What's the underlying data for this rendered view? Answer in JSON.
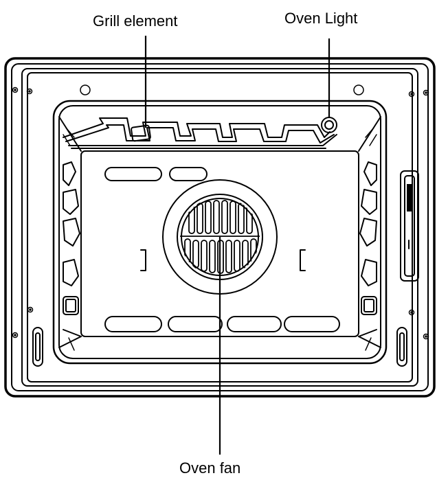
{
  "labels": {
    "grill": "Grill element",
    "light": "Oven Light",
    "fan": "Oven fan"
  }
}
